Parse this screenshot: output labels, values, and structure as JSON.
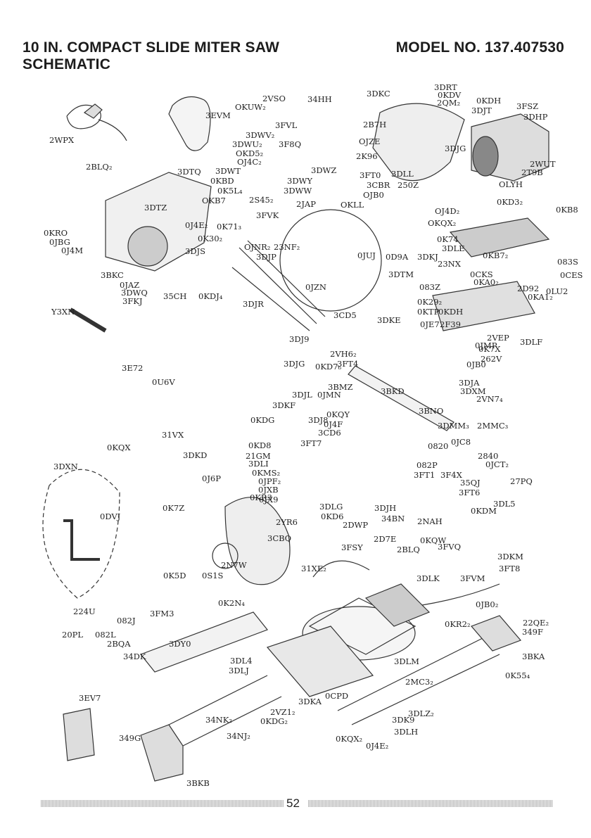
{
  "header": {
    "title_line1": "10 IN. COMPACT SLIDE MITER SAW",
    "title_line2": "SCHEMATIC",
    "model": "MODEL NO. 137.407530"
  },
  "page_number": "52",
  "parts": [
    {
      "id": "p-2vso",
      "text": "2VSO"
    },
    {
      "id": "p-34hh",
      "text": "34HH"
    },
    {
      "id": "p-okuw",
      "text": "OKUW₂"
    },
    {
      "id": "p-3evm",
      "text": "3EVM"
    },
    {
      "id": "p-3fvl",
      "text": "3FVL"
    },
    {
      "id": "p-3dkc",
      "text": "3DKC"
    },
    {
      "id": "p-3drt",
      "text": "3DRT"
    },
    {
      "id": "p-okdv",
      "text": "0KDV"
    },
    {
      "id": "p-okdh",
      "text": "0KDH"
    },
    {
      "id": "p-2qm",
      "text": "2QM₂"
    },
    {
      "id": "p-3djt",
      "text": "3DJT"
    },
    {
      "id": "p-3fsz",
      "text": "3FSZ"
    },
    {
      "id": "p-3dhp",
      "text": "3DHP"
    },
    {
      "id": "p-2wpx",
      "text": "2WPX"
    },
    {
      "id": "p-3dwv",
      "text": "3DWV₂"
    },
    {
      "id": "p-3dwu",
      "text": "3DWU₂"
    },
    {
      "id": "p-3f8q",
      "text": "3F8Q"
    },
    {
      "id": "p-okd5",
      "text": "OKD5₂"
    },
    {
      "id": "p-oj4c",
      "text": "OJ4C₂"
    },
    {
      "id": "p-3dwt",
      "text": "3DWT"
    },
    {
      "id": "p-3dwz",
      "text": "3DWZ"
    },
    {
      "id": "p-2b7h",
      "text": "2B7H"
    },
    {
      "id": "p-ojze",
      "text": "OJZE"
    },
    {
      "id": "p-2k96",
      "text": "2K96"
    },
    {
      "id": "p-3djg",
      "text": "3DJG"
    },
    {
      "id": "p-2blq",
      "text": "2BLQ₂"
    },
    {
      "id": "p-3dtq",
      "text": "3DTQ"
    },
    {
      "id": "p-okbd",
      "text": "0KBD"
    },
    {
      "id": "p-3dwy",
      "text": "3DWY"
    },
    {
      "id": "p-3ft0",
      "text": "3FT0"
    },
    {
      "id": "p-3dll",
      "text": "3DLL"
    },
    {
      "id": "p-2wut",
      "text": "2WUT"
    },
    {
      "id": "p-2t9b",
      "text": "2T9B"
    },
    {
      "id": "p-ok5l",
      "text": "0K5L₄"
    },
    {
      "id": "p-3dww",
      "text": "3DWW"
    },
    {
      "id": "p-3cbr",
      "text": "3CBR"
    },
    {
      "id": "p-250z",
      "text": "250Z"
    },
    {
      "id": "p-olyh",
      "text": "OLYH"
    },
    {
      "id": "p-okb7",
      "text": "OKB7"
    },
    {
      "id": "p-2s45",
      "text": "2S45₂"
    },
    {
      "id": "p-ojb0",
      "text": "OJB0"
    },
    {
      "id": "p-3dtz",
      "text": "3DTZ"
    },
    {
      "id": "p-2jap",
      "text": "2JAP"
    },
    {
      "id": "p-okll",
      "text": "OKLL"
    },
    {
      "id": "p-okd3",
      "text": "0KD3₂"
    },
    {
      "id": "p-okb8",
      "text": "0KB8"
    },
    {
      "id": "p-3fvk",
      "text": "3FVK"
    },
    {
      "id": "p-oj4d",
      "text": "OJ4D₂"
    },
    {
      "id": "p-okqx",
      "text": "OKQX₂"
    },
    {
      "id": "p-oj4e",
      "text": "0J4E₂"
    },
    {
      "id": "p-ok71",
      "text": "0K71₃"
    },
    {
      "id": "p-okro",
      "text": "0KRO"
    },
    {
      "id": "p-ok30",
      "text": "0K30₂"
    },
    {
      "id": "p-ok74",
      "text": "0K74"
    },
    {
      "id": "p-ojbg",
      "text": "0JBG"
    },
    {
      "id": "p-oj4m",
      "text": "0J4M"
    },
    {
      "id": "p-3djs",
      "text": "3DJS"
    },
    {
      "id": "p-ojnr",
      "text": "OJNR₂"
    },
    {
      "id": "p-23nf",
      "text": "23NF₂"
    },
    {
      "id": "p-3djp",
      "text": "3DJP"
    },
    {
      "id": "p-ojuj",
      "text": "0JUJ"
    },
    {
      "id": "p-od9a",
      "text": "0D9A"
    },
    {
      "id": "p-3dkj",
      "text": "3DKJ"
    },
    {
      "id": "p-3dle",
      "text": "3DLE"
    },
    {
      "id": "p-okb7b",
      "text": "0KB7₂"
    },
    {
      "id": "p-083s",
      "text": "083S"
    },
    {
      "id": "p-3bkc",
      "text": "3BKC"
    },
    {
      "id": "p-23nx",
      "text": "23NX"
    },
    {
      "id": "p-ocks",
      "text": "0CKS"
    },
    {
      "id": "p-oces",
      "text": "0CES"
    },
    {
      "id": "p-ojaz",
      "text": "0JAZ"
    },
    {
      "id": "p-3dtm",
      "text": "3DTM"
    },
    {
      "id": "p-okao",
      "text": "0KA0₂"
    },
    {
      "id": "p-2d92",
      "text": "2D92"
    },
    {
      "id": "p-olu2",
      "text": "0LU2"
    },
    {
      "id": "p-3dwq",
      "text": "3DWQ"
    },
    {
      "id": "p-35ch",
      "text": "35CH"
    },
    {
      "id": "p-okdj",
      "text": "0KDJ₄"
    },
    {
      "id": "p-ojzn",
      "text": "0JZN"
    },
    {
      "id": "p-083z",
      "text": "083Z"
    },
    {
      "id": "p-oka1",
      "text": "0KA1₂"
    },
    {
      "id": "p-3fkj",
      "text": "3FKJ"
    },
    {
      "id": "p-3djr",
      "text": "3DJR"
    },
    {
      "id": "p-ok29",
      "text": "0K29₂"
    },
    {
      "id": "p-y3xn",
      "text": "Y3XN"
    },
    {
      "id": "p-3cd5",
      "text": "3CD5"
    },
    {
      "id": "p-oktp",
      "text": "0KTP"
    },
    {
      "id": "p-okdh2",
      "text": "0KDH"
    },
    {
      "id": "p-3dke",
      "text": "3DKE"
    },
    {
      "id": "p-oje7",
      "text": "0JE7"
    },
    {
      "id": "p-2f39",
      "text": "2F39"
    },
    {
      "id": "p-3dj9",
      "text": "3DJ9"
    },
    {
      "id": "p-2vep",
      "text": "2VEP"
    },
    {
      "id": "p-3dlf",
      "text": "3DLF"
    },
    {
      "id": "p-ojmp",
      "text": "0JMP"
    },
    {
      "id": "p-ok7x",
      "text": "0K7X"
    },
    {
      "id": "p-2vh6",
      "text": "2VH6₂"
    },
    {
      "id": "p-262v",
      "text": "262V"
    },
    {
      "id": "p-3e72",
      "text": "3E72"
    },
    {
      "id": "p-3djg2",
      "text": "3DJG"
    },
    {
      "id": "p-okd7",
      "text": "0KD7₆"
    },
    {
      "id": "p-3ft4",
      "text": "3FT4"
    },
    {
      "id": "p-ojbo2",
      "text": "0JB0"
    },
    {
      "id": "p-ou6v",
      "text": "0U6V"
    },
    {
      "id": "p-3dja",
      "text": "3DJA"
    },
    {
      "id": "p-3bmz",
      "text": "3BMZ"
    },
    {
      "id": "p-3dxm",
      "text": "3DXM"
    },
    {
      "id": "p-3djl",
      "text": "3DJL"
    },
    {
      "id": "p-ojmn",
      "text": "0JMN"
    },
    {
      "id": "p-3bkd",
      "text": "3BKD"
    },
    {
      "id": "p-2vn7",
      "text": "2VN7₄"
    },
    {
      "id": "p-3dkf",
      "text": "3DKF"
    },
    {
      "id": "p-okqy",
      "text": "0KQY"
    },
    {
      "id": "p-3bno",
      "text": "3BNO"
    },
    {
      "id": "p-okdg",
      "text": "0KDG"
    },
    {
      "id": "p-3dj8",
      "text": "3DJ8"
    },
    {
      "id": "p-oj4f",
      "text": "0J4F"
    },
    {
      "id": "p-3dmm",
      "text": "3DMM₃"
    },
    {
      "id": "p-2mmc",
      "text": "2MMC₃"
    },
    {
      "id": "p-31vx",
      "text": "31VX"
    },
    {
      "id": "p-3cd6",
      "text": "3CD6"
    },
    {
      "id": "p-okd8",
      "text": "0KD8"
    },
    {
      "id": "p-3ft7",
      "text": "3FT7"
    },
    {
      "id": "p-0820",
      "text": "0820"
    },
    {
      "id": "p-ojc8",
      "text": "0JC8"
    },
    {
      "id": "p-okqx2",
      "text": "0KQX"
    },
    {
      "id": "p-3dkd",
      "text": "3DKD"
    },
    {
      "id": "p-21gm",
      "text": "21GM"
    },
    {
      "id": "p-2840",
      "text": "2840"
    },
    {
      "id": "p-3dxn",
      "text": "3DXN"
    },
    {
      "id": "p-3dli",
      "text": "3DLI"
    },
    {
      "id": "p-082p",
      "text": "082P"
    },
    {
      "id": "p-ojct",
      "text": "0JCT₂"
    },
    {
      "id": "p-okms",
      "text": "0KMS₂"
    },
    {
      "id": "p-3ft1",
      "text": "3FT1"
    },
    {
      "id": "p-3f4x",
      "text": "3F4X"
    },
    {
      "id": "p-oj6p",
      "text": "0J6P"
    },
    {
      "id": "p-ojpf",
      "text": "0JPF₂"
    },
    {
      "id": "p-35qj",
      "text": "35QJ"
    },
    {
      "id": "p-27pq",
      "text": "27PQ"
    },
    {
      "id": "p-ojxb",
      "text": "0JXB"
    },
    {
      "id": "p-3ft6",
      "text": "3FT6"
    },
    {
      "id": "p-okr3",
      "text": "0KR3"
    },
    {
      "id": "p-ojx9",
      "text": "0JX9"
    },
    {
      "id": "p-3dl5",
      "text": "3DL5"
    },
    {
      "id": "p-ok7z",
      "text": "0K7Z"
    },
    {
      "id": "p-3dlg",
      "text": "3DLG"
    },
    {
      "id": "p-3djh",
      "text": "3DJH"
    },
    {
      "id": "p-okdm",
      "text": "0KDM"
    },
    {
      "id": "p-odvj",
      "text": "0DVJ"
    },
    {
      "id": "p-okd6",
      "text": "0KD6"
    },
    {
      "id": "p-34bn",
      "text": "34BN"
    },
    {
      "id": "p-2nah",
      "text": "2NAH"
    },
    {
      "id": "p-2yr6",
      "text": "2YR6"
    },
    {
      "id": "p-2dwp",
      "text": "2DWP"
    },
    {
      "id": "p-3cbq",
      "text": "3CBQ"
    },
    {
      "id": "p-2d7e",
      "text": "2D7E"
    },
    {
      "id": "p-okqw",
      "text": "0KQW"
    },
    {
      "id": "p-3fvq",
      "text": "3FVQ"
    },
    {
      "id": "p-3fsy",
      "text": "3FSY"
    },
    {
      "id": "p-2blq2",
      "text": "2BLQ"
    },
    {
      "id": "p-3dkm",
      "text": "3DKM"
    },
    {
      "id": "p-2n7w",
      "text": "2N7W"
    },
    {
      "id": "p-3ft8",
      "text": "3FT8"
    },
    {
      "id": "p-ok5d",
      "text": "0K5D"
    },
    {
      "id": "p-os1s",
      "text": "0S1S"
    },
    {
      "id": "p-31xe",
      "text": "31XE₂"
    },
    {
      "id": "p-3dlk",
      "text": "3DLK"
    },
    {
      "id": "p-3fvm",
      "text": "3FVM"
    },
    {
      "id": "p-ok2n",
      "text": "0K2N₄"
    },
    {
      "id": "p-ojbo3",
      "text": "0JB0₂"
    },
    {
      "id": "p-224u",
      "text": "224U"
    },
    {
      "id": "p-3fm3",
      "text": "3FM3"
    },
    {
      "id": "p-082j",
      "text": "082J"
    },
    {
      "id": "p-okr2",
      "text": "0KR2₂"
    },
    {
      "id": "p-22qe",
      "text": "22QE₂"
    },
    {
      "id": "p-20pl",
      "text": "20PL"
    },
    {
      "id": "p-082l",
      "text": "082L"
    },
    {
      "id": "p-349f",
      "text": "349F"
    },
    {
      "id": "p-2bqa",
      "text": "2BQA"
    },
    {
      "id": "p-3dyo",
      "text": "3DY0"
    },
    {
      "id": "p-34dk",
      "text": "34DK"
    },
    {
      "id": "p-3dl4",
      "text": "3DL4"
    },
    {
      "id": "p-3bka",
      "text": "3BKA"
    },
    {
      "id": "p-3dlm",
      "text": "3DLM"
    },
    {
      "id": "p-3dlj",
      "text": "3DLJ"
    },
    {
      "id": "p-ok55",
      "text": "0K55₄"
    },
    {
      "id": "p-2mc3",
      "text": "2MC3₂"
    },
    {
      "id": "p-3ev7",
      "text": "3EV7"
    },
    {
      "id": "p-ocpd",
      "text": "0CPD"
    },
    {
      "id": "p-3dka",
      "text": "3DKA"
    },
    {
      "id": "p-2vz1",
      "text": "2VZ1₂"
    },
    {
      "id": "p-3dlz",
      "text": "3DLZ₂"
    },
    {
      "id": "p-34nk",
      "text": "34NK₂"
    },
    {
      "id": "p-okdg2",
      "text": "0KDG₂"
    },
    {
      "id": "p-3dk9",
      "text": "3DK9"
    },
    {
      "id": "p-349g",
      "text": "349G"
    },
    {
      "id": "p-34nj",
      "text": "34NJ₂"
    },
    {
      "id": "p-3dlh",
      "text": "3DLH"
    },
    {
      "id": "p-okqx3",
      "text": "0KQX₂"
    },
    {
      "id": "p-oj4e2",
      "text": "0J4E₂"
    },
    {
      "id": "p-3bkb",
      "text": "3BKB"
    }
  ]
}
